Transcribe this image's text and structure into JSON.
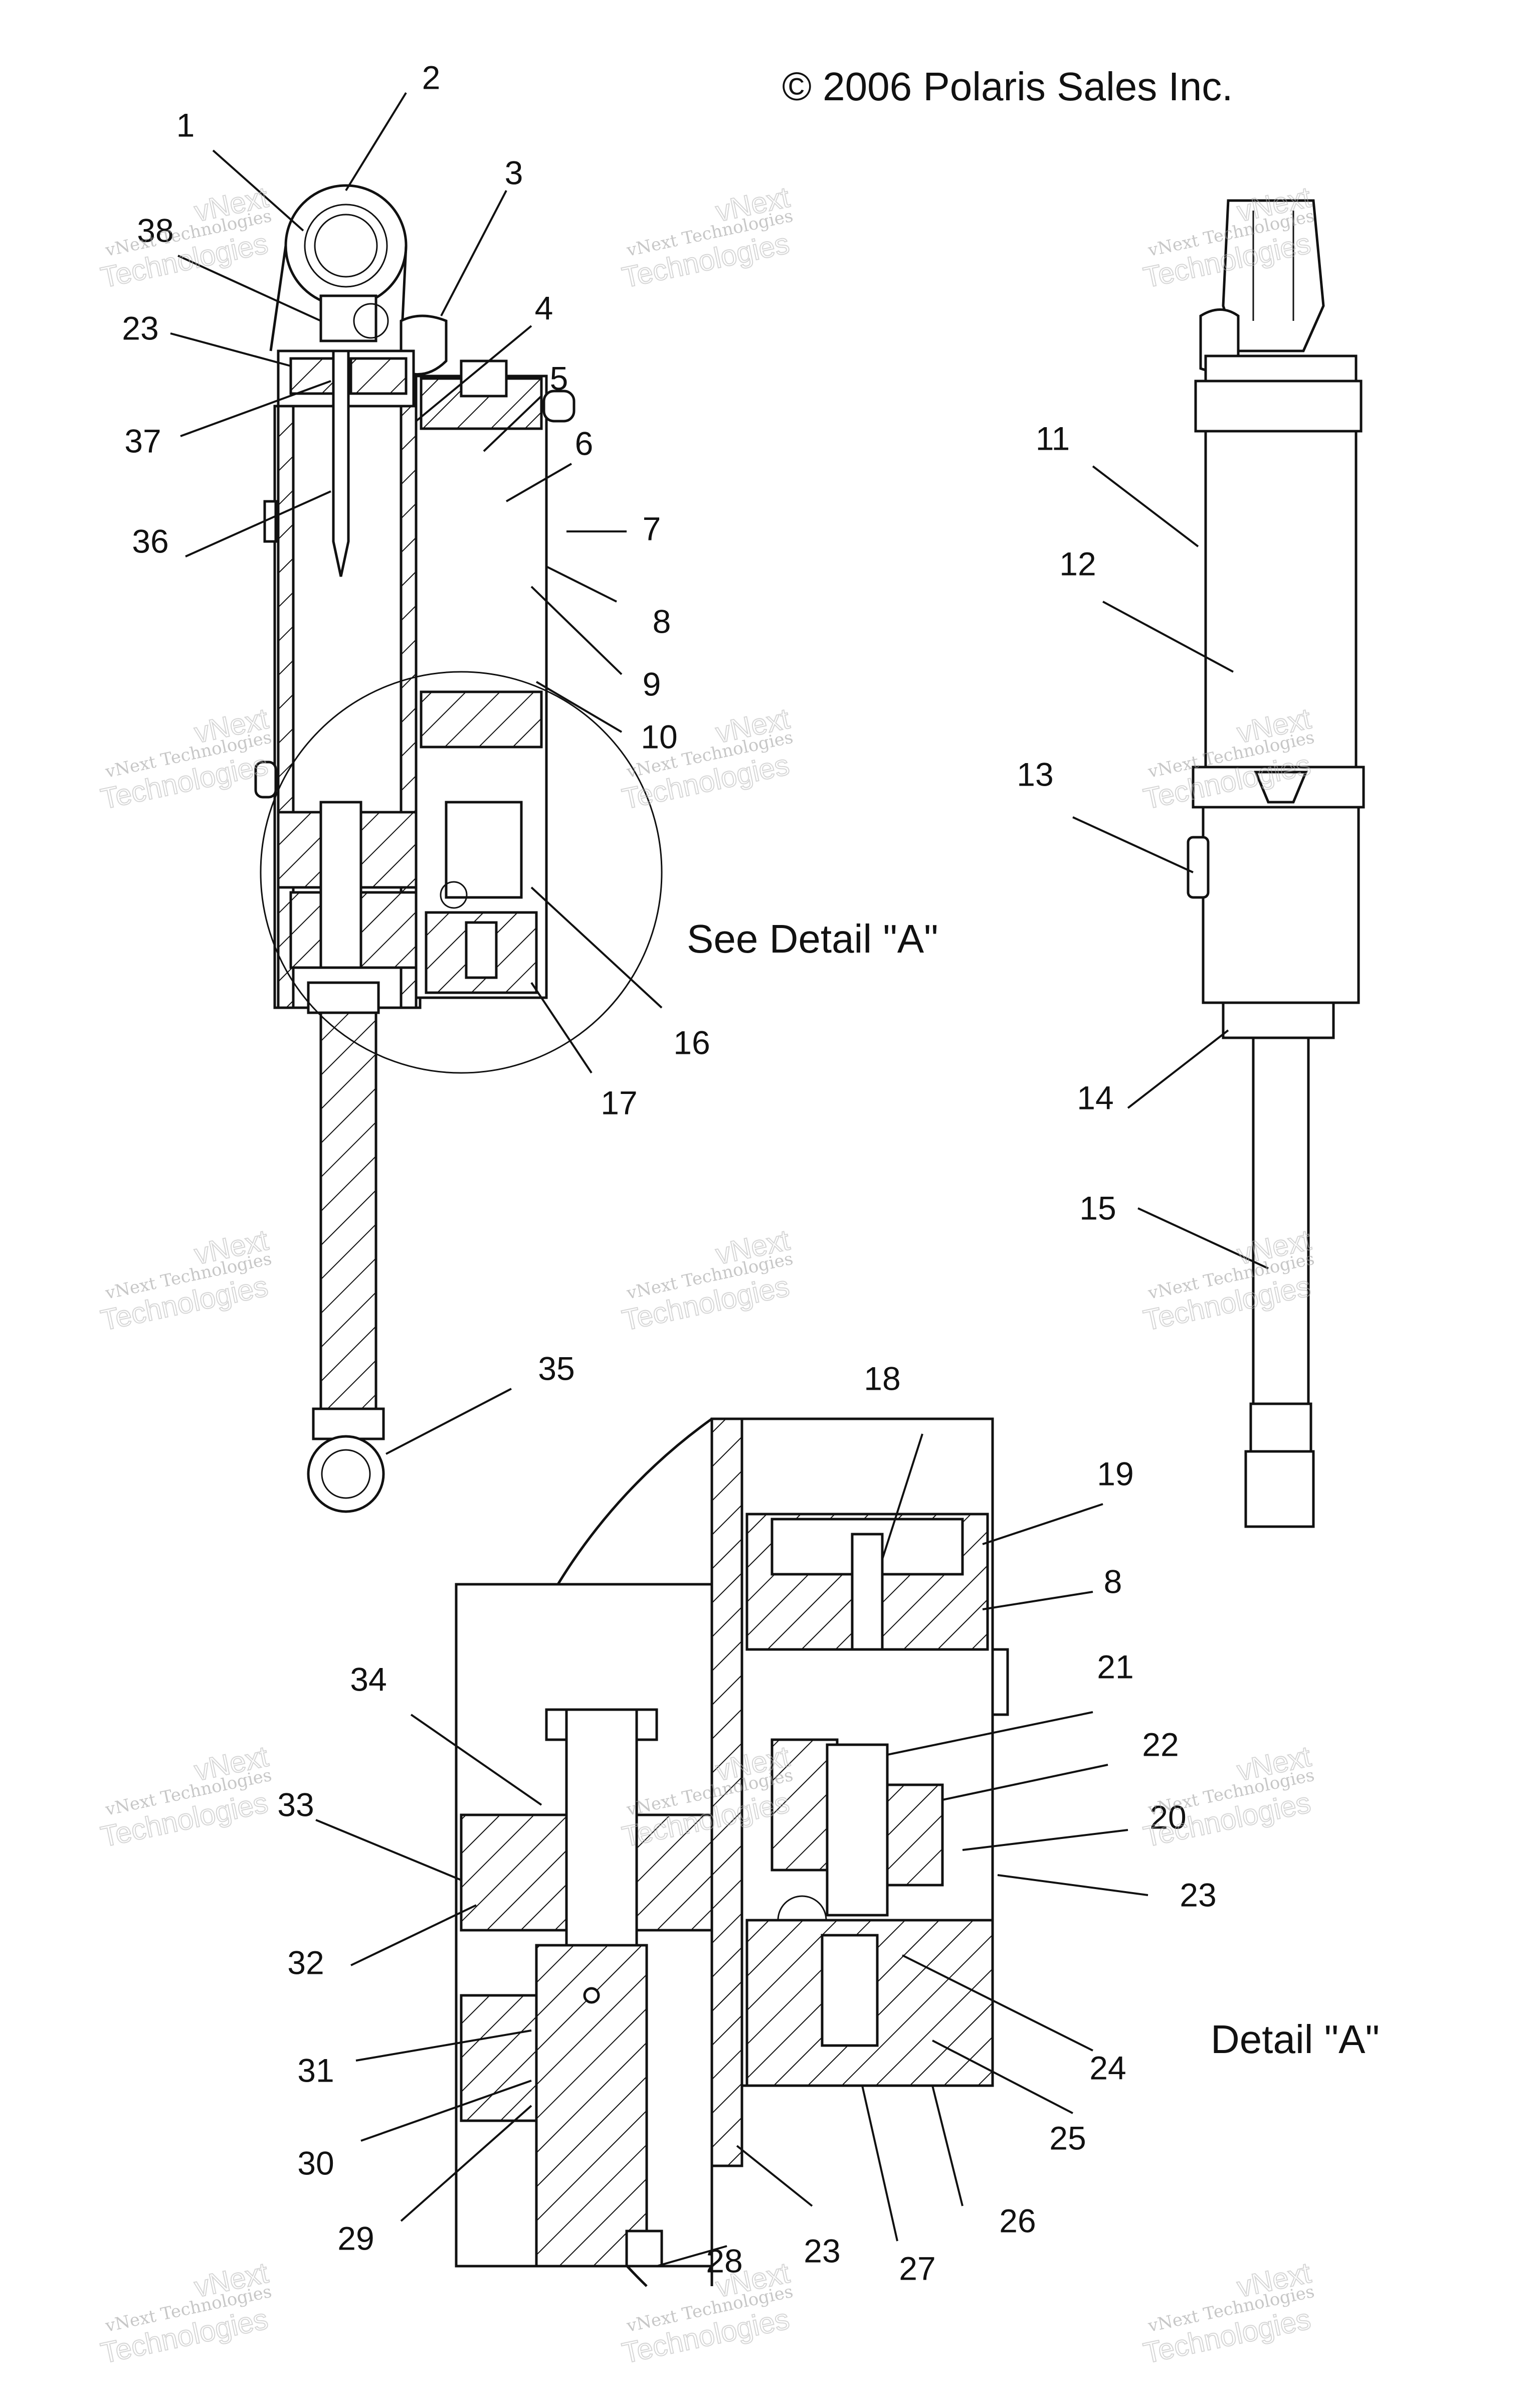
{
  "copyright": "© 2006 Polaris Sales Inc.",
  "captions": {
    "see_detail": "See Detail \"A\"",
    "detail": "Detail \"A\""
  },
  "watermark": {
    "line1": "vNext Technologies",
    "line2": "vNext",
    "line3": "Technologies"
  },
  "callouts": [
    "1",
    "2",
    "3",
    "4",
    "5",
    "6",
    "7",
    "8",
    "9",
    "10",
    "11",
    "12",
    "13",
    "14",
    "15",
    "16",
    "17",
    "18",
    "19",
    "8",
    "21",
    "22",
    "20",
    "23",
    "24",
    "25",
    "26",
    "27",
    "28",
    "23",
    "29",
    "30",
    "31",
    "32",
    "33",
    "34",
    "35",
    "36",
    "37",
    "23",
    "38"
  ]
}
